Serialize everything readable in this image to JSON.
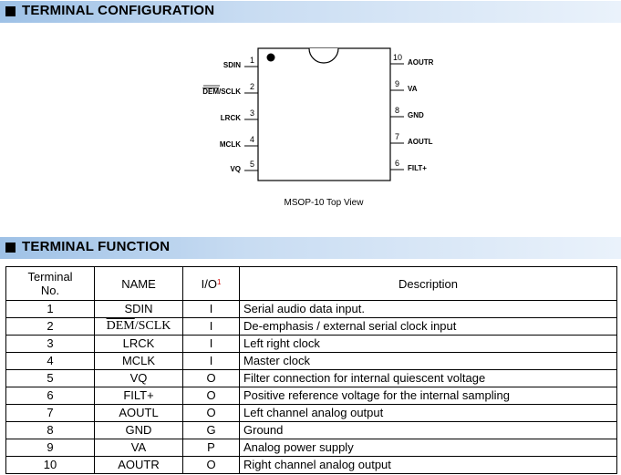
{
  "section1": {
    "title": "TERMINAL CONFIGURATION"
  },
  "package": {
    "caption": "MSOP-10 Top View",
    "left_pins": [
      {
        "num": "1",
        "name": "SDIN"
      },
      {
        "num": "2",
        "name_over": "DEM",
        "name_rest": "/SCLK"
      },
      {
        "num": "3",
        "name": "LRCK"
      },
      {
        "num": "4",
        "name": "MCLK"
      },
      {
        "num": "5",
        "name": "VQ"
      }
    ],
    "right_pins": [
      {
        "num": "10",
        "name": "AOUTR"
      },
      {
        "num": "9",
        "name": "VA"
      },
      {
        "num": "8",
        "name": "GND"
      },
      {
        "num": "7",
        "name": "AOUTL"
      },
      {
        "num": "6",
        "name": "FILT+"
      }
    ]
  },
  "section2": {
    "title": "TERMINAL FUNCTION"
  },
  "table": {
    "headers": {
      "terminal_line1": "Terminal",
      "terminal_line2": "No.",
      "name": "NAME",
      "io": "I/O",
      "io_note": "1",
      "description": "Description"
    },
    "rows": [
      {
        "no": "1",
        "name": "SDIN",
        "io": "I",
        "desc": "Serial audio data input."
      },
      {
        "no": "2",
        "name_over": "DEM",
        "name_rest": "/SCLK",
        "io": "I",
        "desc": "De-emphasis / external serial clock input"
      },
      {
        "no": "3",
        "name": "LRCK",
        "io": "I",
        "desc": "Left right clock"
      },
      {
        "no": "4",
        "name": "MCLK",
        "io": "I",
        "desc": "Master clock"
      },
      {
        "no": "5",
        "name": "VQ",
        "io": "O",
        "desc": "Filter connection for internal quiescent voltage"
      },
      {
        "no": "6",
        "name": "FILT+",
        "io": "O",
        "desc": "Positive reference voltage for the internal sampling"
      },
      {
        "no": "7",
        "name": "AOUTL",
        "io": "O",
        "desc": "Left channel analog output"
      },
      {
        "no": "8",
        "name": "GND",
        "io": "G",
        "desc": "Ground"
      },
      {
        "no": "9",
        "name": "VA",
        "io": "P",
        "desc": "Analog power supply"
      },
      {
        "no": "10",
        "name": "AOUTR",
        "io": "O",
        "desc": "Right channel analog output"
      }
    ]
  }
}
